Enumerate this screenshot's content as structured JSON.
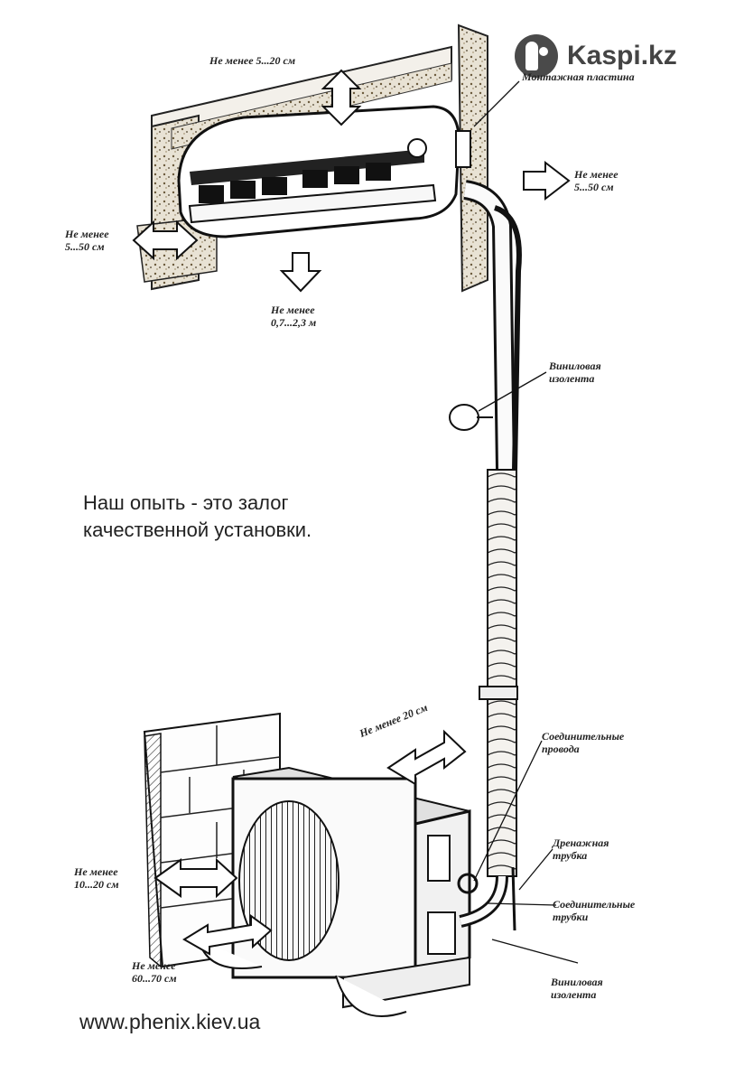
{
  "watermark": {
    "text": "Kaspi.kz",
    "icon": "kaspi-logo-icon"
  },
  "slogan": {
    "line1": "Наш опыть - это залог",
    "line2": "качественной установки."
  },
  "website": "www.phenix.kiev.ua",
  "labels": {
    "top_clearance": "Не менее 5...20 см",
    "mounting_plate": "Монтажная пластина",
    "right_clearance_1": "Не менее",
    "right_clearance_2": "5...50 см",
    "left_clearance_1": "Не менее",
    "left_clearance_2": "5...50 см",
    "bottom_clearance_1": "Не менее",
    "bottom_clearance_2": "0,7...2,3 м",
    "vinyl_tape_top_1": "Виниловая",
    "vinyl_tape_top_2": "изолента",
    "outdoor_top_clearance": "Не менее 20 см",
    "connecting_wires_1": "Соединительные",
    "connecting_wires_2": "провода",
    "drain_pipe_1": "Дренажная",
    "drain_pipe_2": "трубка",
    "connecting_pipes_1": "Соединительные",
    "connecting_pipes_2": "трубки",
    "vinyl_tape_bottom_1": "Виниловая",
    "vinyl_tape_bottom_2": "изолента",
    "wall_clearance_1": "Не менее",
    "wall_clearance_2": "10...20 см",
    "front_clearance_1": "Не менее",
    "front_clearance_2": "60...70 см"
  }
}
